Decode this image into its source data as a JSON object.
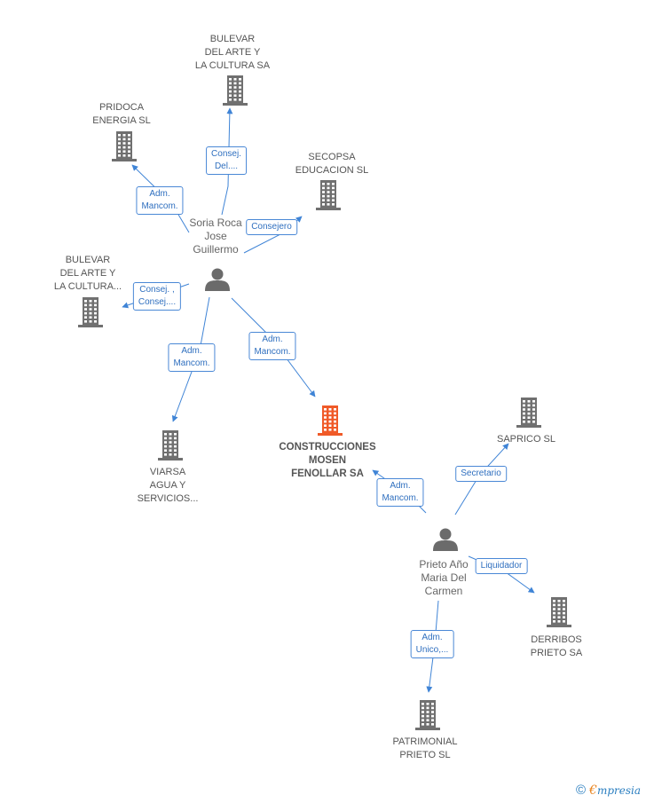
{
  "colors": {
    "building": "#707070",
    "focus": "#f05a28",
    "person": "#6b6b6b",
    "edge": "#3f84d6"
  },
  "nodes": [
    {
      "id": "bulevar1",
      "type": "company",
      "label": "BULEVAR\nDEL ARTE Y\nLA CULTURA SA"
    },
    {
      "id": "pridoca",
      "type": "company",
      "label": "PRIDOCA\nENERGIA  SL"
    },
    {
      "id": "secopsa",
      "type": "company",
      "label": "SECOPSA\nEDUCACION SL"
    },
    {
      "id": "soria",
      "type": "person",
      "label": "Soria Roca\nJose\nGuillermo"
    },
    {
      "id": "bulevar2",
      "type": "company",
      "label": "BULEVAR\nDEL ARTE Y\nLA CULTURA..."
    },
    {
      "id": "viarsa",
      "type": "company",
      "label": "VIARSA\nAGUA Y\nSERVICIOS..."
    },
    {
      "id": "construcciones",
      "type": "focus",
      "label": "CONSTRUCCIONES\nMOSEN\nFENOLLAR SA"
    },
    {
      "id": "saprico",
      "type": "company",
      "label": "SAPRICO SL"
    },
    {
      "id": "prieto",
      "type": "person",
      "label": "Prieto Año\nMaria Del\nCarmen"
    },
    {
      "id": "derribos",
      "type": "company",
      "label": "DERRIBOS\nPRIETO SA"
    },
    {
      "id": "patrimonial",
      "type": "company",
      "label": "PATRIMONIAL\nPRIETO  SL"
    }
  ],
  "edges": [
    {
      "id": "e1",
      "label": "Consej.\nDel...."
    },
    {
      "id": "e2",
      "label": "Adm.\nMancom."
    },
    {
      "id": "e3",
      "label": "Consejero"
    },
    {
      "id": "e4",
      "label": "Consej. ,\nConsej...."
    },
    {
      "id": "e5",
      "label": "Adm.\nMancom."
    },
    {
      "id": "e6",
      "label": "Adm.\nMancom."
    },
    {
      "id": "e7",
      "label": "Adm.\nMancom."
    },
    {
      "id": "e8",
      "label": "Secretario"
    },
    {
      "id": "e9",
      "label": "Liquidador"
    },
    {
      "id": "e10",
      "label": "Adm.\nUnico,..."
    }
  ],
  "footer": {
    "copyright": "©",
    "brand_first": "€",
    "brand_rest": "mpresia"
  }
}
